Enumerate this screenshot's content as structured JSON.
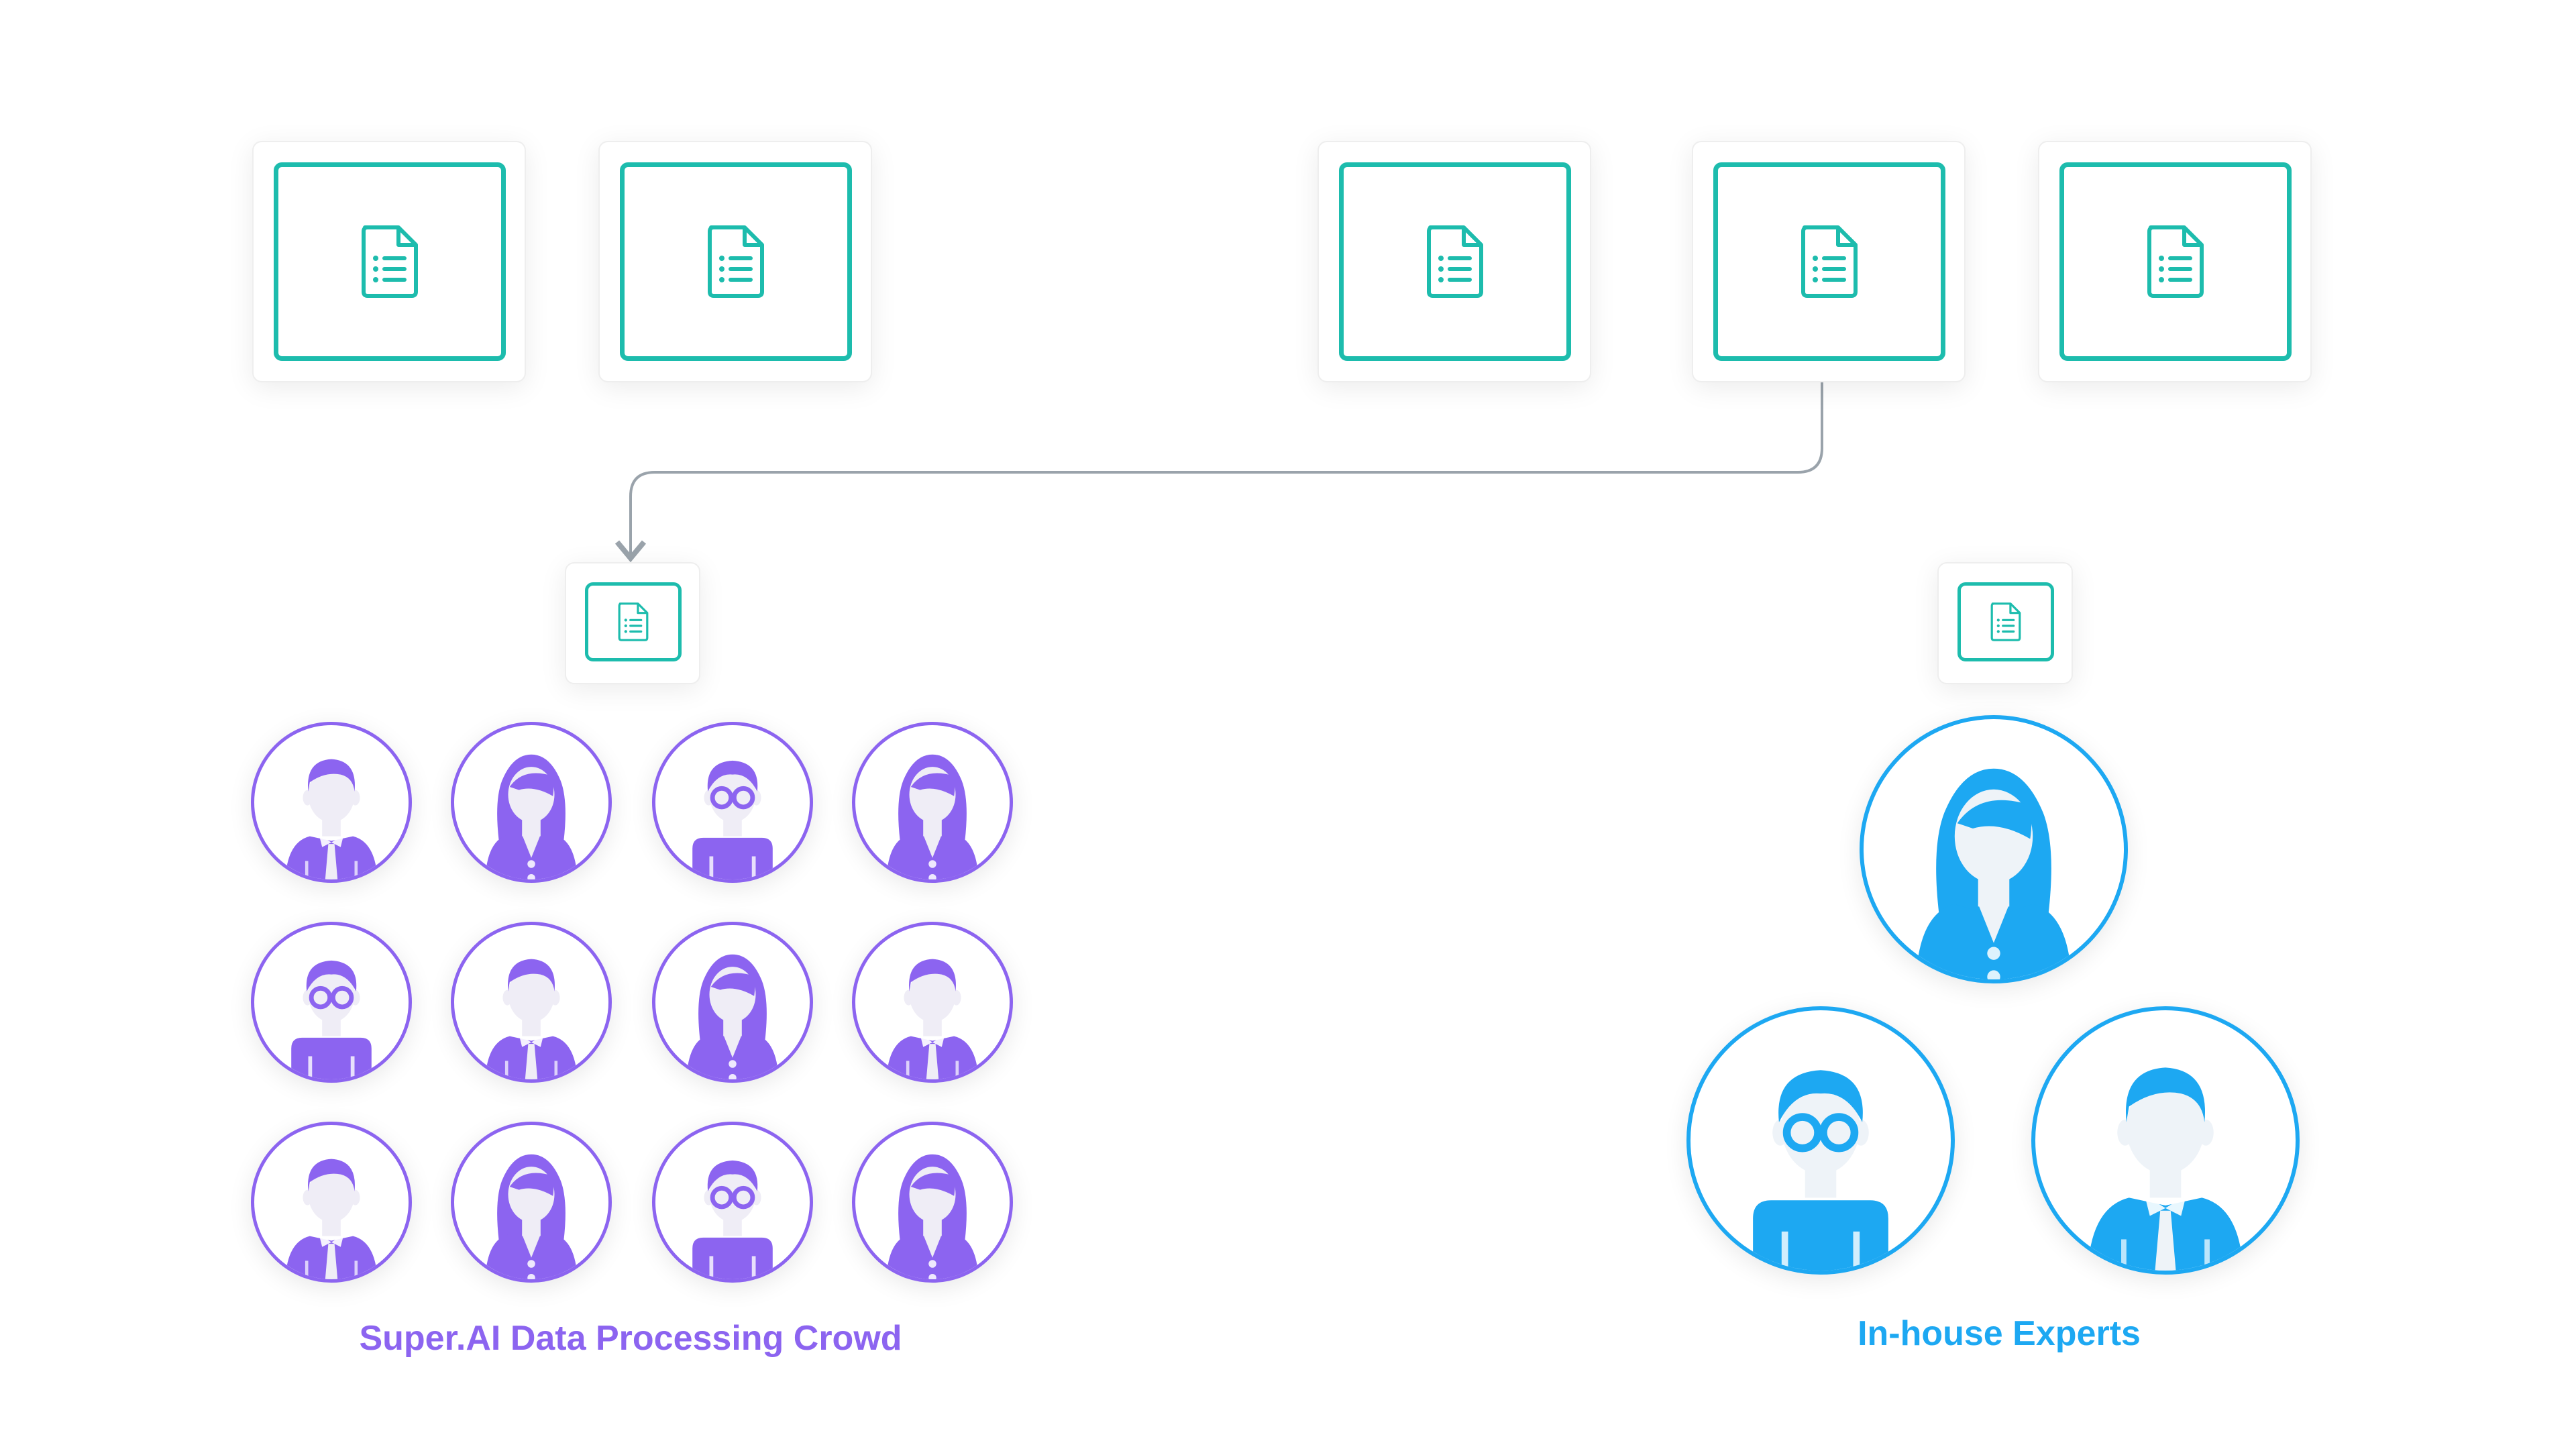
{
  "colors": {
    "document_accent": "#1dbcad",
    "crowd_accent": "#8c64f0",
    "crowd_skin": "#efedf6",
    "expert_accent": "#1da8f2",
    "expert_skin": "#eef3f8",
    "connector": "#9aa3ab"
  },
  "documents": {
    "icon": "document-lines-icon",
    "top_row_count": 5,
    "assigned": [
      "crowd",
      "experts"
    ]
  },
  "crowd": {
    "label": "Super.AI Data Processing Crowd",
    "rows": [
      [
        "man-tie",
        "woman",
        "man-glasses",
        "woman"
      ],
      [
        "man-glasses",
        "man-tie",
        "woman",
        "man-tie"
      ],
      [
        "man-tie",
        "woman",
        "man-glasses",
        "woman"
      ]
    ]
  },
  "experts": {
    "label": "In-house Experts",
    "members": [
      "woman",
      "man-glasses",
      "man-tie"
    ]
  }
}
